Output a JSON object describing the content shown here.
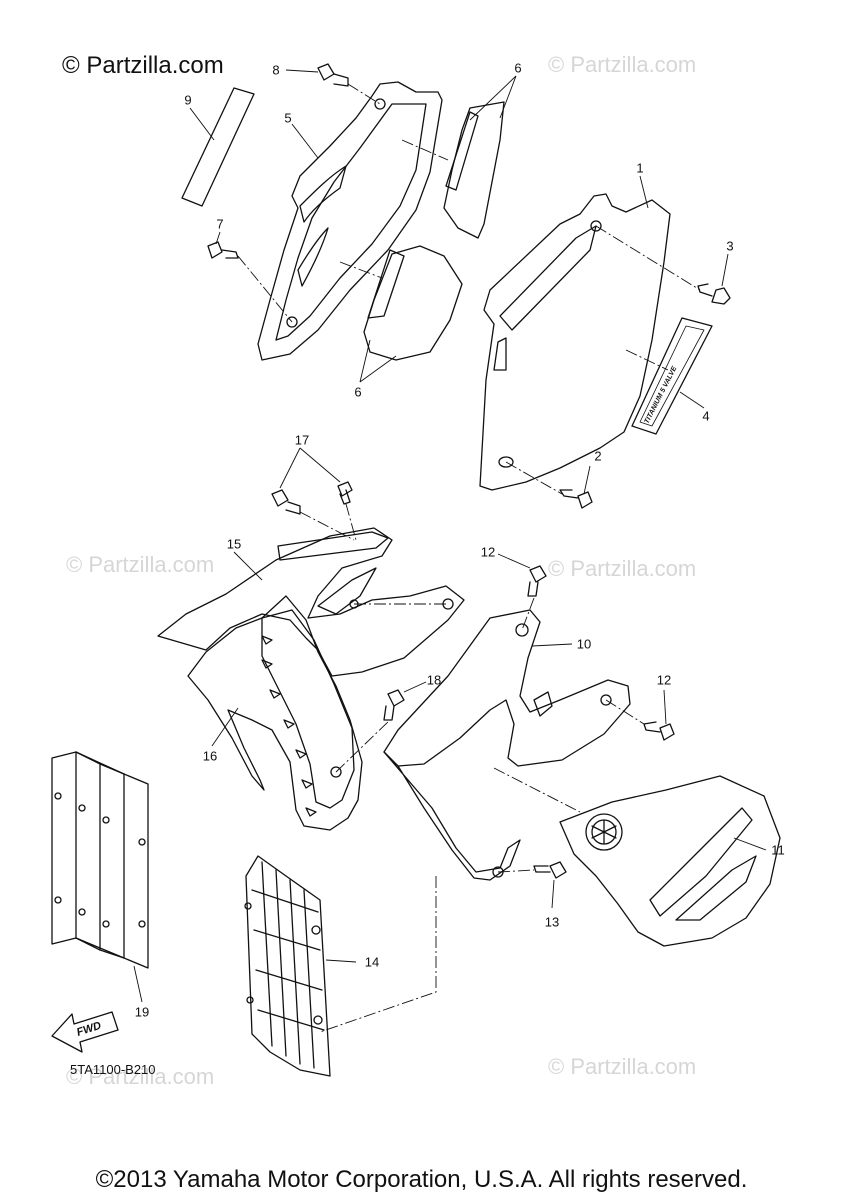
{
  "brand": "© Partzilla.com",
  "watermark": "© Partzilla.com",
  "drawing_code": "5TA1100-B210",
  "copyright": "©2013 Yamaha Motor Corporation, U.S.A. All rights reserved.",
  "decal_text": "TITANIUM 5 VALVE",
  "fwd_label": "FWD",
  "callouts": {
    "c1": "1",
    "c2": "2",
    "c3": "3",
    "c4": "4",
    "c5": "5",
    "c6a": "6",
    "c6b": "6",
    "c7": "7",
    "c8": "8",
    "c9": "9",
    "c10": "10",
    "c11": "11",
    "c12a": "12",
    "c12b": "12",
    "c13": "13",
    "c14": "14",
    "c15": "15",
    "c16": "16",
    "c17": "17",
    "c18": "18",
    "c19": "19"
  }
}
